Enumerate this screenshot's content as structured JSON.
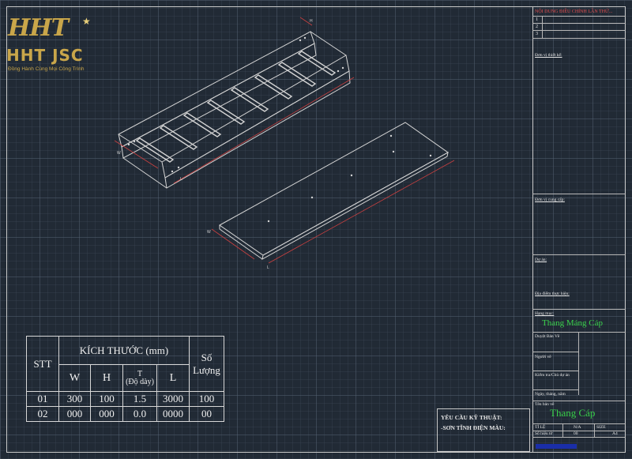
{
  "logo": {
    "mark": "HHT",
    "name": "HHT JSC",
    "tagline": "Đồng Hành Cùng Mọi Công Trình"
  },
  "drawing": {
    "label_w_ladder": "W",
    "label_h_ladder": "H",
    "label_l_ladder": "L",
    "label_w_tray": "W",
    "label_l_tray": "L"
  },
  "table": {
    "col_stt": "STT",
    "col_dimension": "KÍCH THƯỚC (mm)",
    "col_quantity_line1": "Số",
    "col_quantity_line2": "Lượng",
    "sub_w": "W",
    "sub_h": "H",
    "sub_t": "T",
    "sub_t_note": "(Độ dày)",
    "sub_l": "L",
    "rows": [
      {
        "stt": "01",
        "w": "300",
        "h": "100",
        "t": "1.5",
        "l": "3000",
        "qty": "100"
      },
      {
        "stt": "02",
        "w": "000",
        "h": "000",
        "t": "0.0",
        "l": "0000",
        "qty": "00"
      }
    ]
  },
  "requirements": {
    "line1": "YÊU CẦU KỸ THUẬT:",
    "line2": "-SƠN TĨNH ĐIỆN MÀU:"
  },
  "title_block": {
    "revision_header": "NỘI DUNG ĐIỀU CHỈNH LẦN THỨ...",
    "rev_1": "1",
    "rev_2": "2",
    "rev_3": "3",
    "design_unit": "Đơn vị thiết kế:",
    "owner_unit": "Đơn vị cung cấp:",
    "project": "Dự án:",
    "location": "Địa điểm thực hiện:",
    "item_label": "Hạng mục:",
    "item_value": "Thang Máng Cáp",
    "approved": "Duyệt Bản Vẽ",
    "drawn_by": "Người vẽ",
    "checked_by": "Kiểm tra/Chủ dự án",
    "date": "Ngày, tháng, năm",
    "drawing_name_label": "Tên bản vẽ",
    "drawing_name": "Thang Cáp",
    "scale_label": "TỈ LỆ",
    "scale_value": "N/A",
    "size_label": "SIZE",
    "size_value": "A4",
    "sheet_label": "Số hiệu tờ",
    "sheet_value": "00"
  },
  "colors": {
    "background": "#212a35",
    "line": "#c9c9c9",
    "accent_red": "#e84f4f",
    "accent_green": "#39d04a",
    "logo_gold": "#c9a64a"
  }
}
